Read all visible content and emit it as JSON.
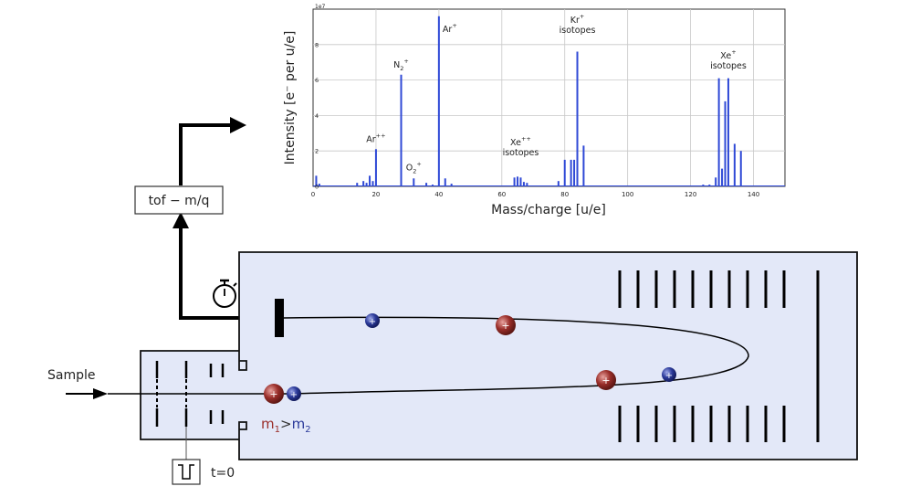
{
  "colors": {
    "chamber_fill": "#e3e8f8",
    "chamber_stroke": "#111111",
    "spectrum_line": "#2f49d6",
    "heavy_ion": "#9a2e2a",
    "light_ion": "#2b3a9a",
    "grid": "#c8c8c8"
  },
  "diagram": {
    "sample_label": "Sample",
    "tof_box_label": "tof − m/q",
    "trigger_label": "t=0",
    "mass_relation": {
      "m1": "m",
      "sub1": "1",
      "gt": ">",
      "m2": "m",
      "sub2": "2"
    },
    "stopwatch_icon": "stopwatch-icon",
    "pulse_icon": "square-pulse-icon"
  },
  "chart_data": {
    "type": "bar",
    "xlabel": "Mass/charge [u/e]",
    "ylabel": "Intensity [e⁻ per u/e]",
    "y_scale_note": "1e7",
    "xlim": [
      0,
      150
    ],
    "ylim": [
      0,
      10
    ],
    "xticks": [
      0,
      20,
      40,
      60,
      80,
      100,
      120,
      140
    ],
    "yticks": [
      0,
      2,
      4,
      6,
      8
    ],
    "grid": true,
    "peaks": [
      {
        "x": 1,
        "y": 0.6
      },
      {
        "x": 2,
        "y": 0.15
      },
      {
        "x": 14,
        "y": 0.2
      },
      {
        "x": 16,
        "y": 0.3
      },
      {
        "x": 17,
        "y": 0.2
      },
      {
        "x": 18,
        "y": 0.6
      },
      {
        "x": 19,
        "y": 0.3
      },
      {
        "x": 20,
        "y": 2.1
      },
      {
        "x": 28,
        "y": 6.3
      },
      {
        "x": 32,
        "y": 0.45
      },
      {
        "x": 36,
        "y": 0.2
      },
      {
        "x": 38,
        "y": 0.1
      },
      {
        "x": 40,
        "y": 9.6
      },
      {
        "x": 42,
        "y": 0.45
      },
      {
        "x": 44,
        "y": 0.15
      },
      {
        "x": 64,
        "y": 0.5
      },
      {
        "x": 65,
        "y": 0.55
      },
      {
        "x": 66,
        "y": 0.5
      },
      {
        "x": 67,
        "y": 0.25
      },
      {
        "x": 68,
        "y": 0.2
      },
      {
        "x": 78,
        "y": 0.3
      },
      {
        "x": 80,
        "y": 1.5
      },
      {
        "x": 82,
        "y": 1.5
      },
      {
        "x": 83,
        "y": 1.5
      },
      {
        "x": 84,
        "y": 7.6
      },
      {
        "x": 86,
        "y": 2.3
      },
      {
        "x": 124,
        "y": 0.1
      },
      {
        "x": 126,
        "y": 0.1
      },
      {
        "x": 128,
        "y": 0.5
      },
      {
        "x": 129,
        "y": 6.1
      },
      {
        "x": 130,
        "y": 1.0
      },
      {
        "x": 131,
        "y": 4.8
      },
      {
        "x": 132,
        "y": 6.1
      },
      {
        "x": 134,
        "y": 2.4
      },
      {
        "x": 136,
        "y": 2.0
      }
    ],
    "annotations": [
      {
        "x": 20,
        "y": 2.3,
        "base": "Ar",
        "sup": "++"
      },
      {
        "x": 28,
        "y": 6.5,
        "base": "N",
        "sub": "2",
        "sup": "+"
      },
      {
        "x": 32,
        "y": 0.7,
        "base": "O",
        "sub": "2",
        "sup": "+"
      },
      {
        "x": 40,
        "y": 8.5,
        "base": "Ar",
        "sup": "+",
        "dx": 12
      },
      {
        "x": 66,
        "y": 1.6,
        "base": "Xe",
        "sup": "++",
        "line2": "isotopes"
      },
      {
        "x": 84,
        "y": 8.5,
        "base": "Kr",
        "sup": "+",
        "line2": "isotopes"
      },
      {
        "x": 132,
        "y": 6.5,
        "base": "Xe",
        "sup": "+",
        "line2": "isotopes"
      }
    ]
  }
}
